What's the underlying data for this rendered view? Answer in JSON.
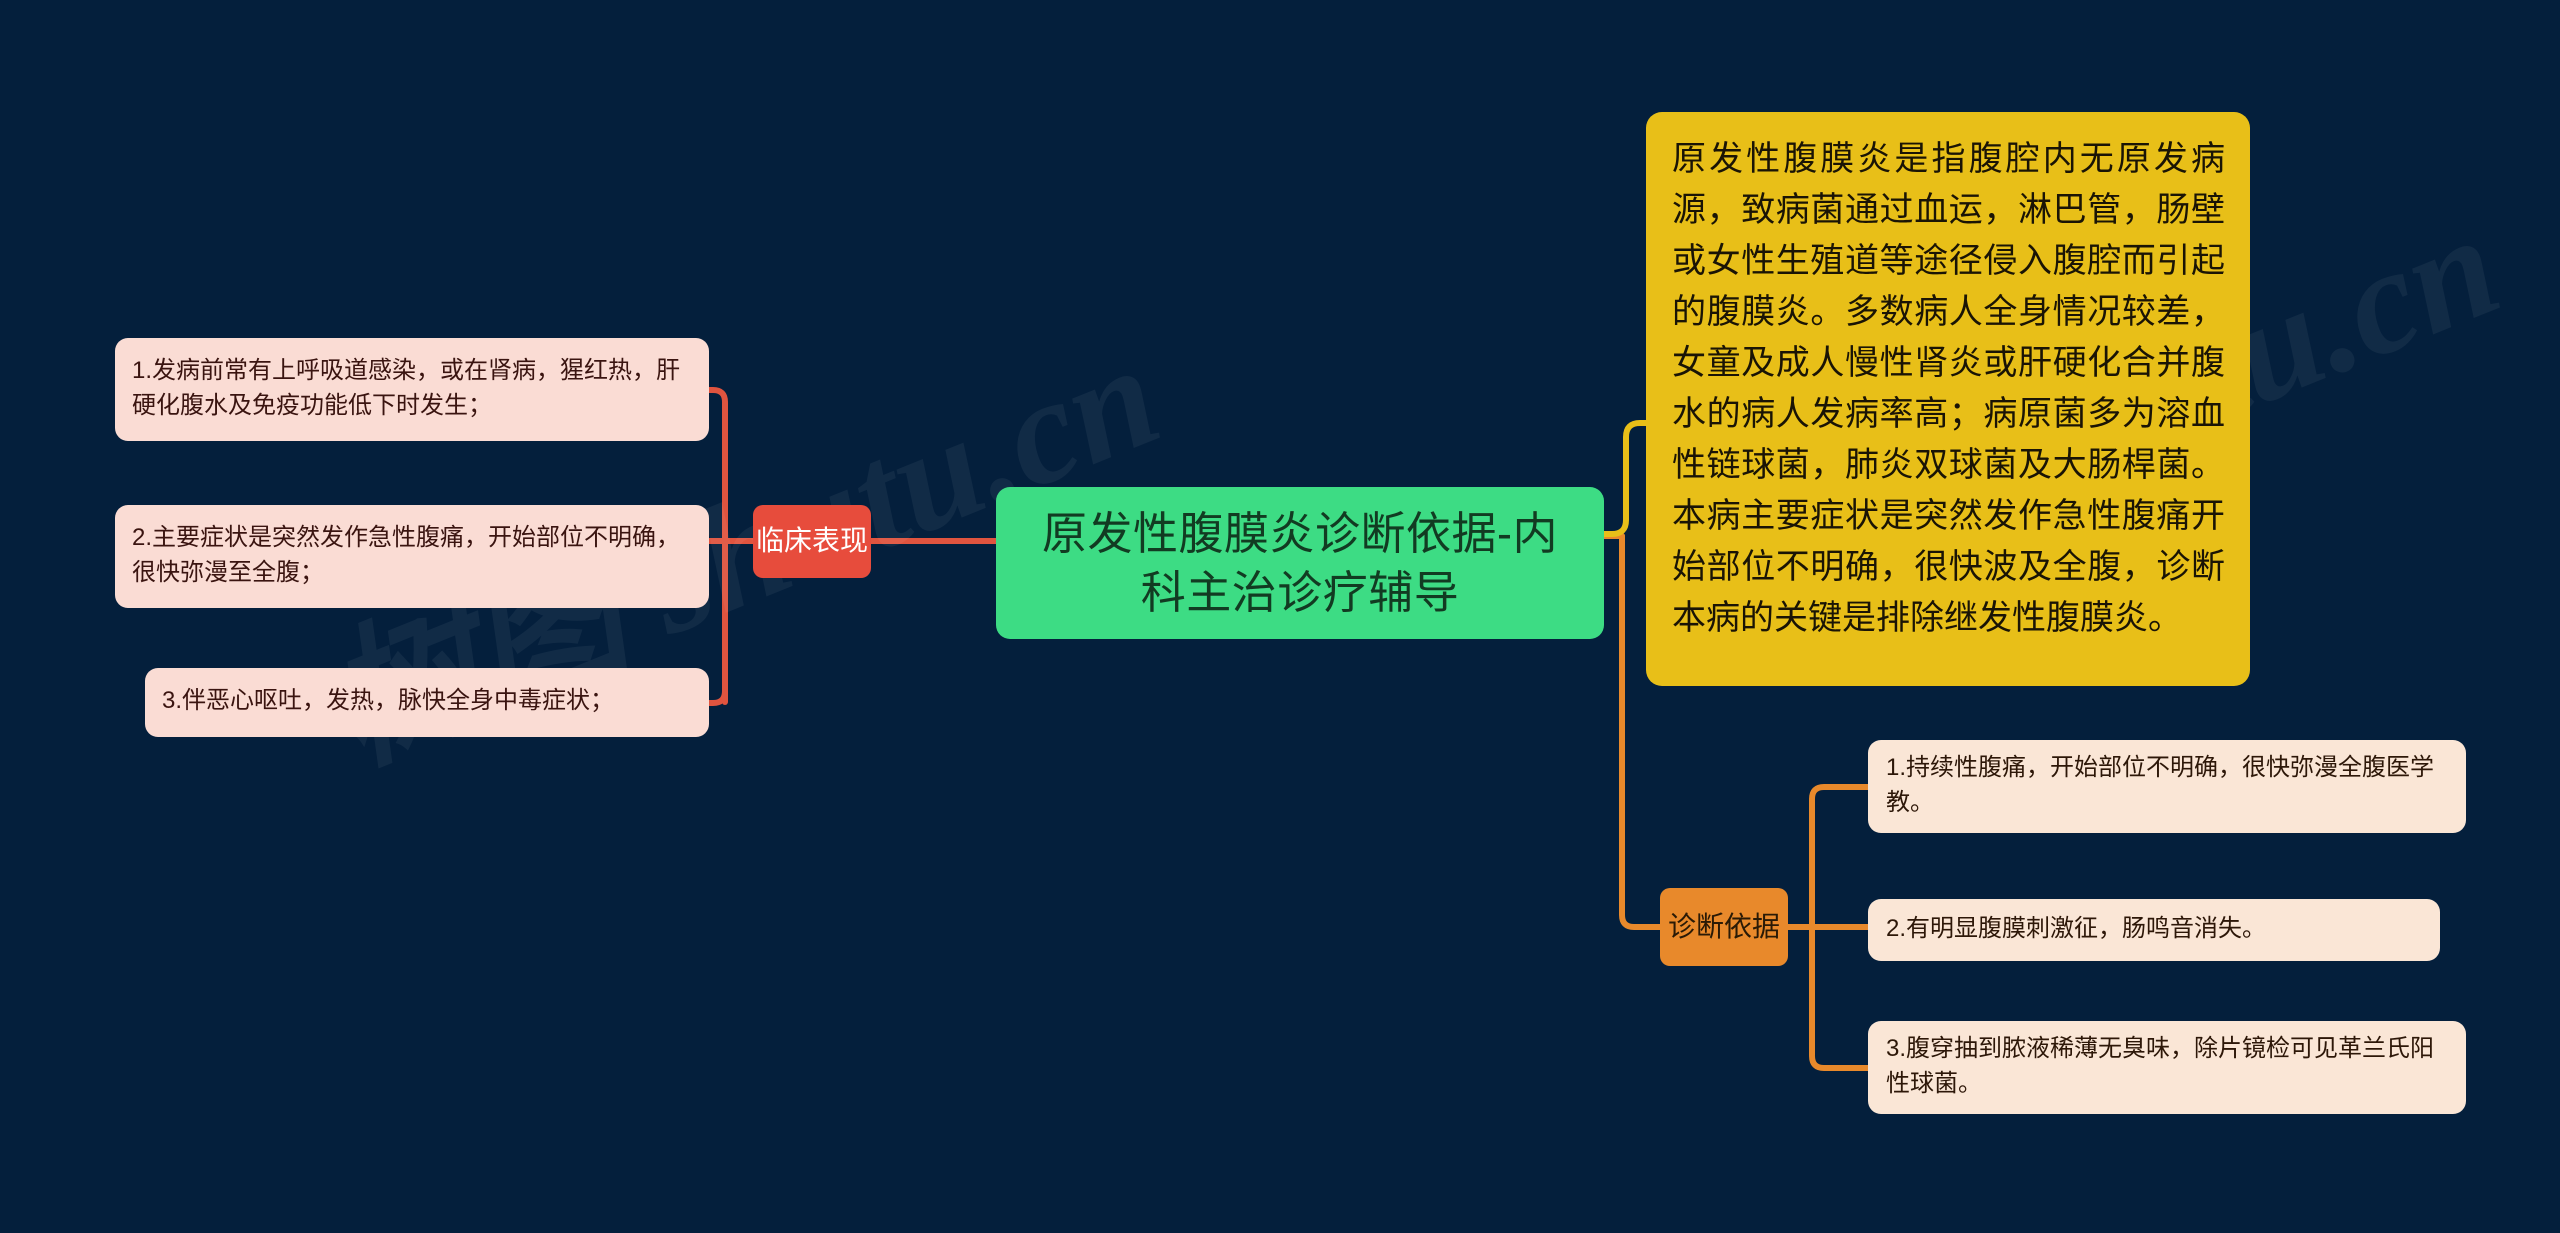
{
  "meta": {
    "background_color": "#041f3c",
    "watermark_text": "树图 shutu.cn"
  },
  "root": {
    "label": "原发性腹膜炎诊断依据-内科主治诊疗辅导",
    "color": "#3ddc84",
    "text_color": "#123b22"
  },
  "branches": [
    {
      "label": "临床表现",
      "side": "left",
      "color": "#e74c3c",
      "text_color": "#ffffff",
      "connector_color": "#e0543f",
      "leaves": [
        {
          "text": "1.发病前常有上呼吸道感染，或在肾病，猩红热，肝硬化腹水及免疫功能低下时发生；",
          "color": "#fadcd4",
          "text_color": "#3a1410"
        },
        {
          "text": "2.主要症状是突然发作急性腹痛，开始部位不明确，很快弥漫至全腹；",
          "color": "#fadcd4",
          "text_color": "#3a1410"
        },
        {
          "text": "3.伴恶心呕吐，发热，脉快全身中毒症状；",
          "color": "#fadcd4",
          "text_color": "#3a1410"
        }
      ]
    },
    {
      "label": "诊断依据",
      "side": "right",
      "color": "#e8892b",
      "text_color": "#2a1a06",
      "connector_color": "#e8892b",
      "leaves": [
        {
          "text": "1.持续性腹痛，开始部位不明确，很快弥漫全腹医学教。",
          "color": "#fae6d6",
          "text_color": "#2d1708"
        },
        {
          "text": "2.有明显腹膜刺激征，肠鸣音消失。",
          "color": "#fae6d6",
          "text_color": "#2d1708"
        },
        {
          "text": "3.腹穿抽到脓液稀薄无臭味，除片镜检可见革兰氏阳性球菌。",
          "color": "#fae6d6",
          "text_color": "#2d1708"
        }
      ]
    }
  ],
  "summary_note": {
    "text": "原发性腹膜炎是指腹腔内无原发病源，致病菌通过血运，淋巴管，肠壁或女性生殖道等途径侵入腹腔而引起的腹膜炎。多数病人全身情况较差，女童及成人慢性肾炎或肝硬化合并腹水的病人发病率高；病原菌多为溶血性链球菌，肺炎双球菌及大肠桿菌。本病主要症状是突然发作急性腹痛开始部位不明确，很快波及全腹，诊断本病的关键是排除继发性腹膜炎。",
    "color": "#e8bf18",
    "text_color": "#1a1405",
    "connector_color": "#e8bf18"
  }
}
